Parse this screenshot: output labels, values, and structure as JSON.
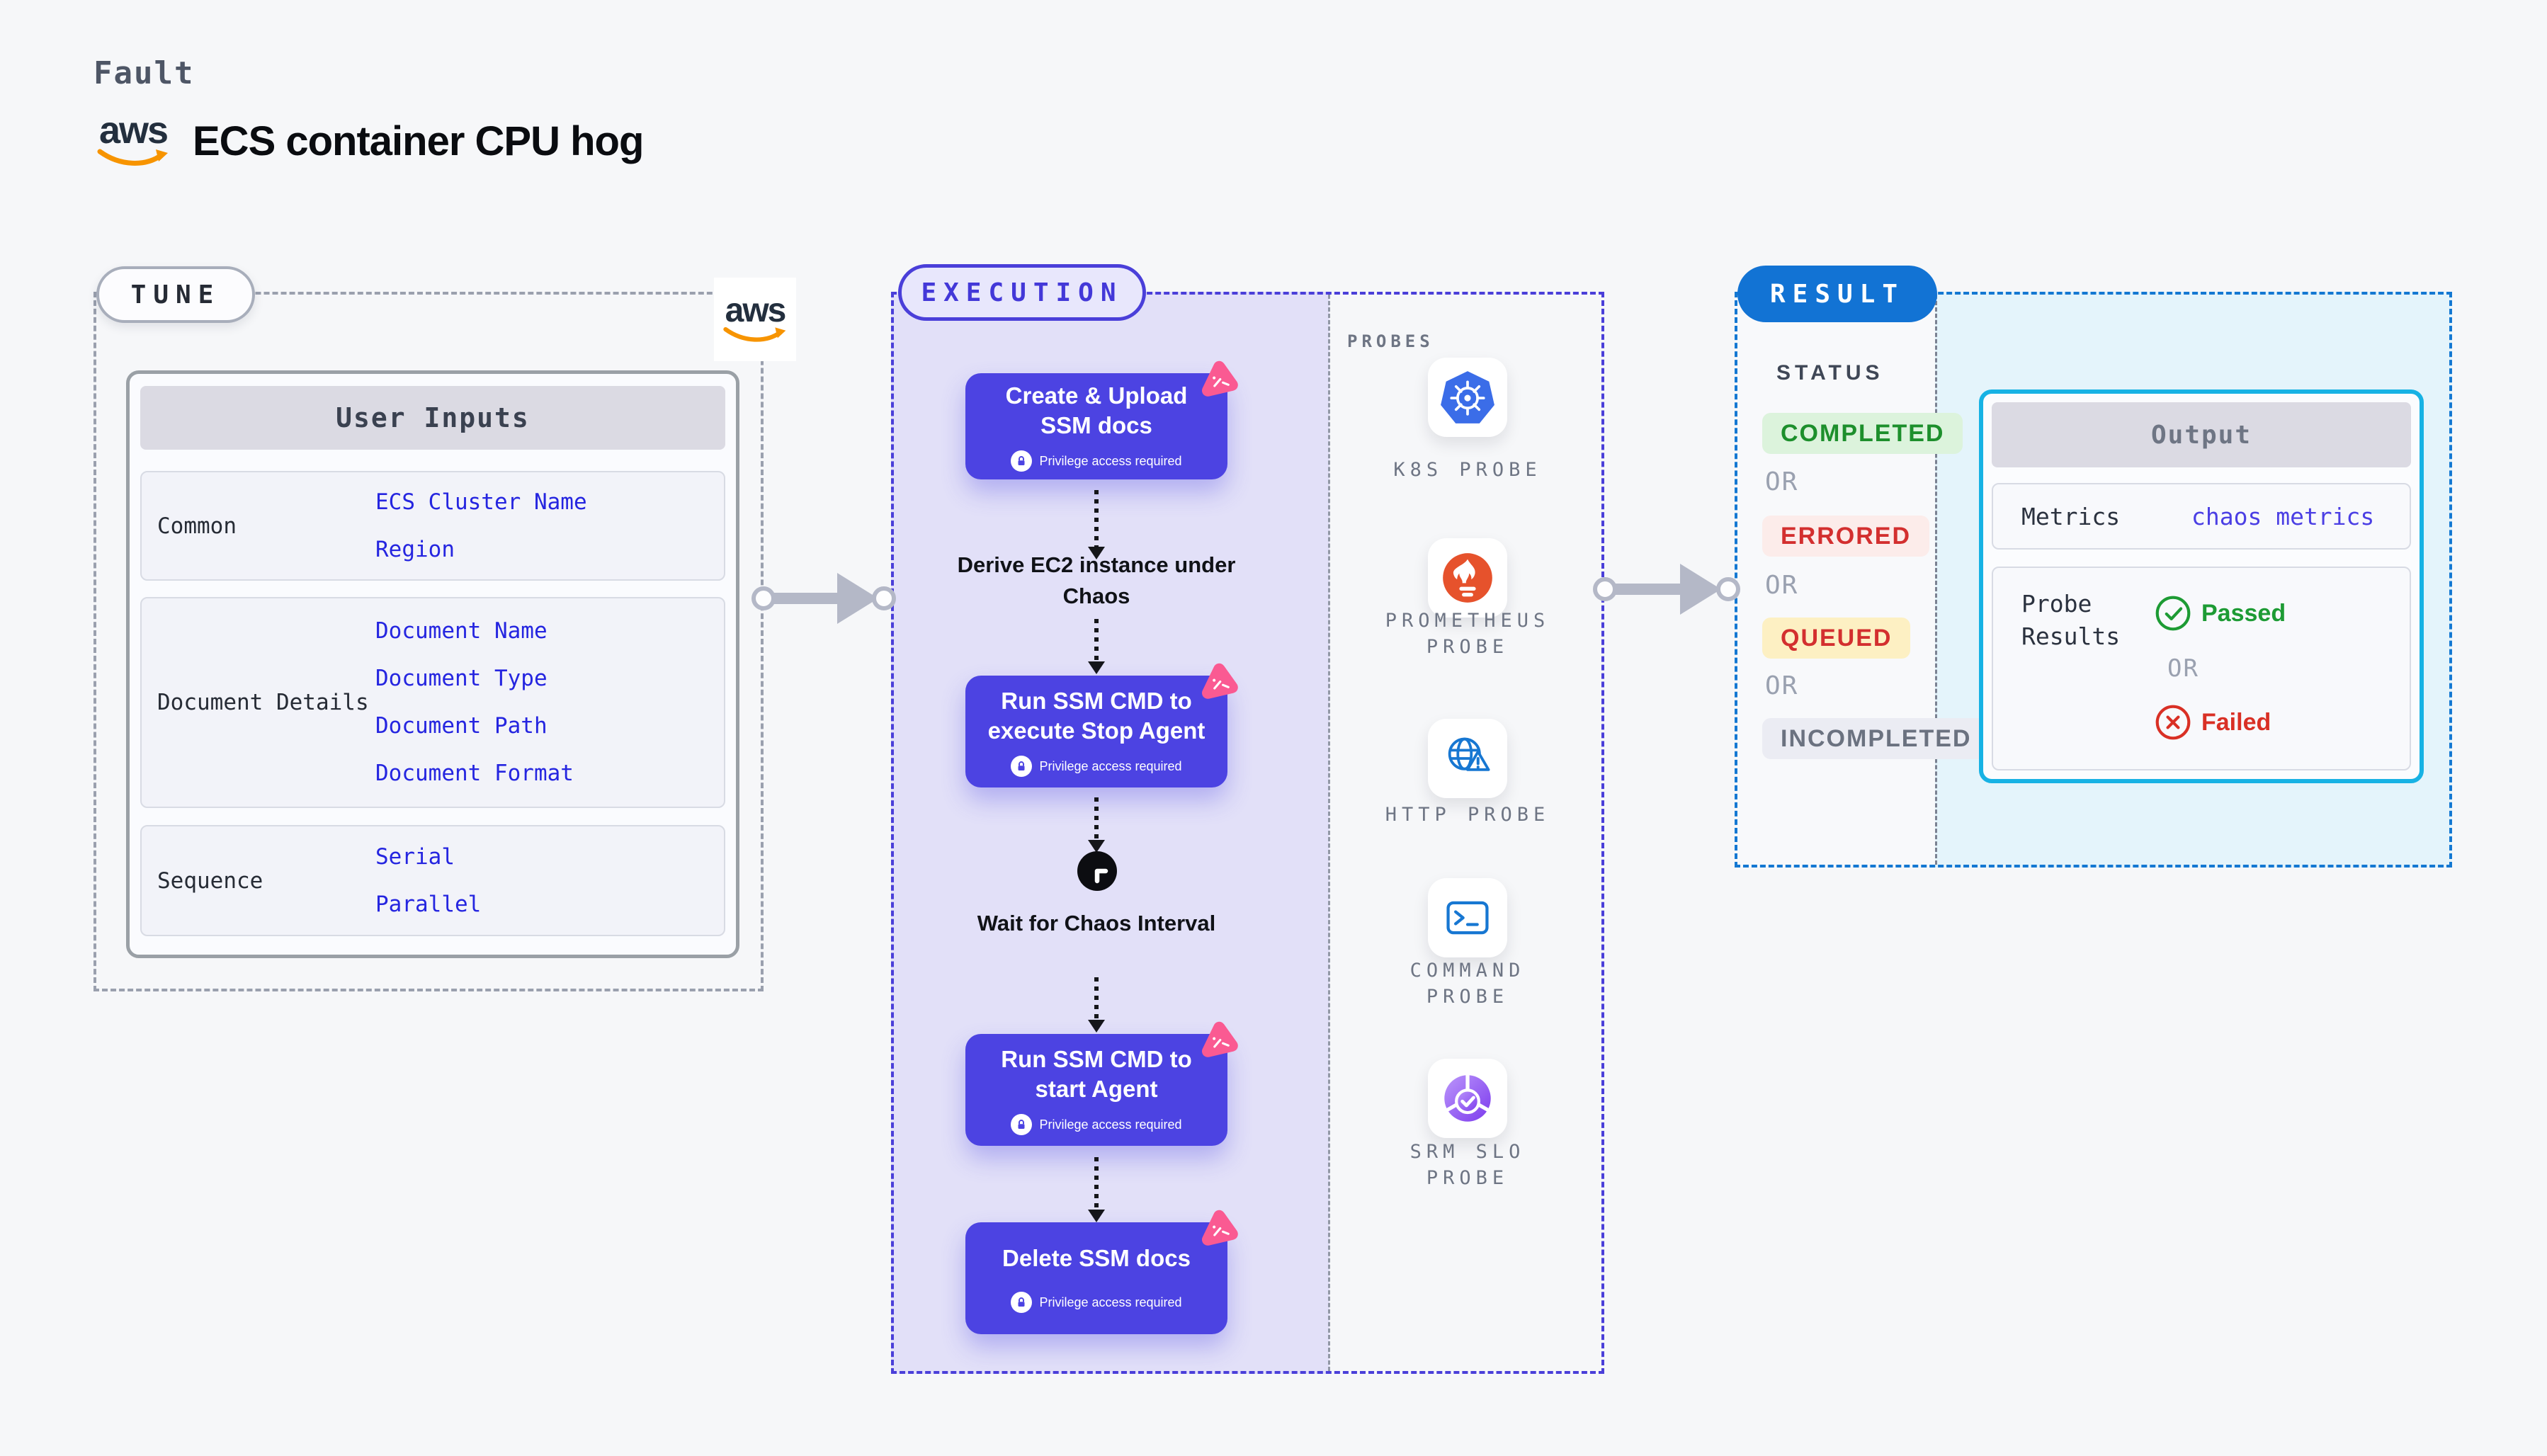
{
  "header": {
    "eyebrow": "Fault",
    "aws_text": "aws",
    "title": "ECS container CPU hog"
  },
  "tune": {
    "label": "TUNE",
    "aws_text": "aws",
    "user_inputs": {
      "title": "User Inputs",
      "rows": [
        {
          "label": "Common",
          "values": [
            "ECS Cluster Name",
            "Region"
          ]
        },
        {
          "label": "Document Details",
          "values": [
            "Document Name",
            "Document Type",
            "Document Path",
            "Document Format"
          ]
        },
        {
          "label": "Sequence",
          "values": [
            "Serial",
            "Parallel"
          ]
        }
      ]
    }
  },
  "execution": {
    "label": "EXECUTION",
    "steps": [
      {
        "type": "card",
        "title": "Create & Upload SSM docs",
        "badge": "Privilege access required"
      },
      {
        "type": "text",
        "title": "Derive EC2 instance under Chaos"
      },
      {
        "type": "card",
        "title": "Run SSM CMD to execute Stop Agent",
        "badge": "Privilege access required"
      },
      {
        "type": "wait",
        "title": "Wait for Chaos Interval"
      },
      {
        "type": "card",
        "title": "Run SSM CMD to start Agent",
        "badge": "Privilege access required"
      },
      {
        "type": "card",
        "title": "Delete SSM docs",
        "badge": "Privilege access required"
      }
    ],
    "probes": {
      "heading": "PROBES",
      "items": [
        {
          "name": "k8s",
          "label": "K8S PROBE"
        },
        {
          "name": "prometheus",
          "label": "PROMETHEUS PROBE"
        },
        {
          "name": "http",
          "label": "HTTP PROBE"
        },
        {
          "name": "command",
          "label": "COMMAND PROBE"
        },
        {
          "name": "srm-slo",
          "label": "SRM SLO PROBE"
        }
      ]
    }
  },
  "result": {
    "label": "RESULT",
    "status": {
      "heading": "STATUS",
      "separator": "OR",
      "badges": [
        {
          "label": "COMPLETED",
          "bg": "#dcf3dc",
          "fg": "#1d8f2c"
        },
        {
          "label": "ERRORED",
          "bg": "#fcecea",
          "fg": "#d32f2f"
        },
        {
          "label": "QUEUED",
          "bg": "#fdf0c3",
          "fg": "#d32f2f"
        },
        {
          "label": "INCOMPLETED",
          "bg": "#ebecf3",
          "fg": "#6b7280"
        }
      ]
    },
    "output": {
      "title": "Output",
      "metrics_label": "Metrics",
      "metrics_value": "chaos metrics",
      "probe_results_label": "Probe Results",
      "passed": "Passed",
      "or": "OR",
      "failed": "Failed"
    }
  },
  "colors": {
    "page_bg": "#f6f7f9",
    "tune_dash": "#9aa0ae",
    "execution_dash": "#4a3fd9",
    "execution_fill": "#e2e0f8",
    "result_dash": "#1478d2",
    "result_fill": "#e4f4fb",
    "step_card": "#4c43e2",
    "pink_badge": "#fa5a92",
    "link_blue": "#2525e0",
    "result_pill": "#1273d4",
    "output_border": "#17b2e4",
    "aws_orange": "#f79400",
    "k8s_blue": "#3b6de8",
    "prometheus_orange": "#e6522c",
    "probe_icon_blue": "#1777d2",
    "srm_purple": "#7c3aed"
  }
}
